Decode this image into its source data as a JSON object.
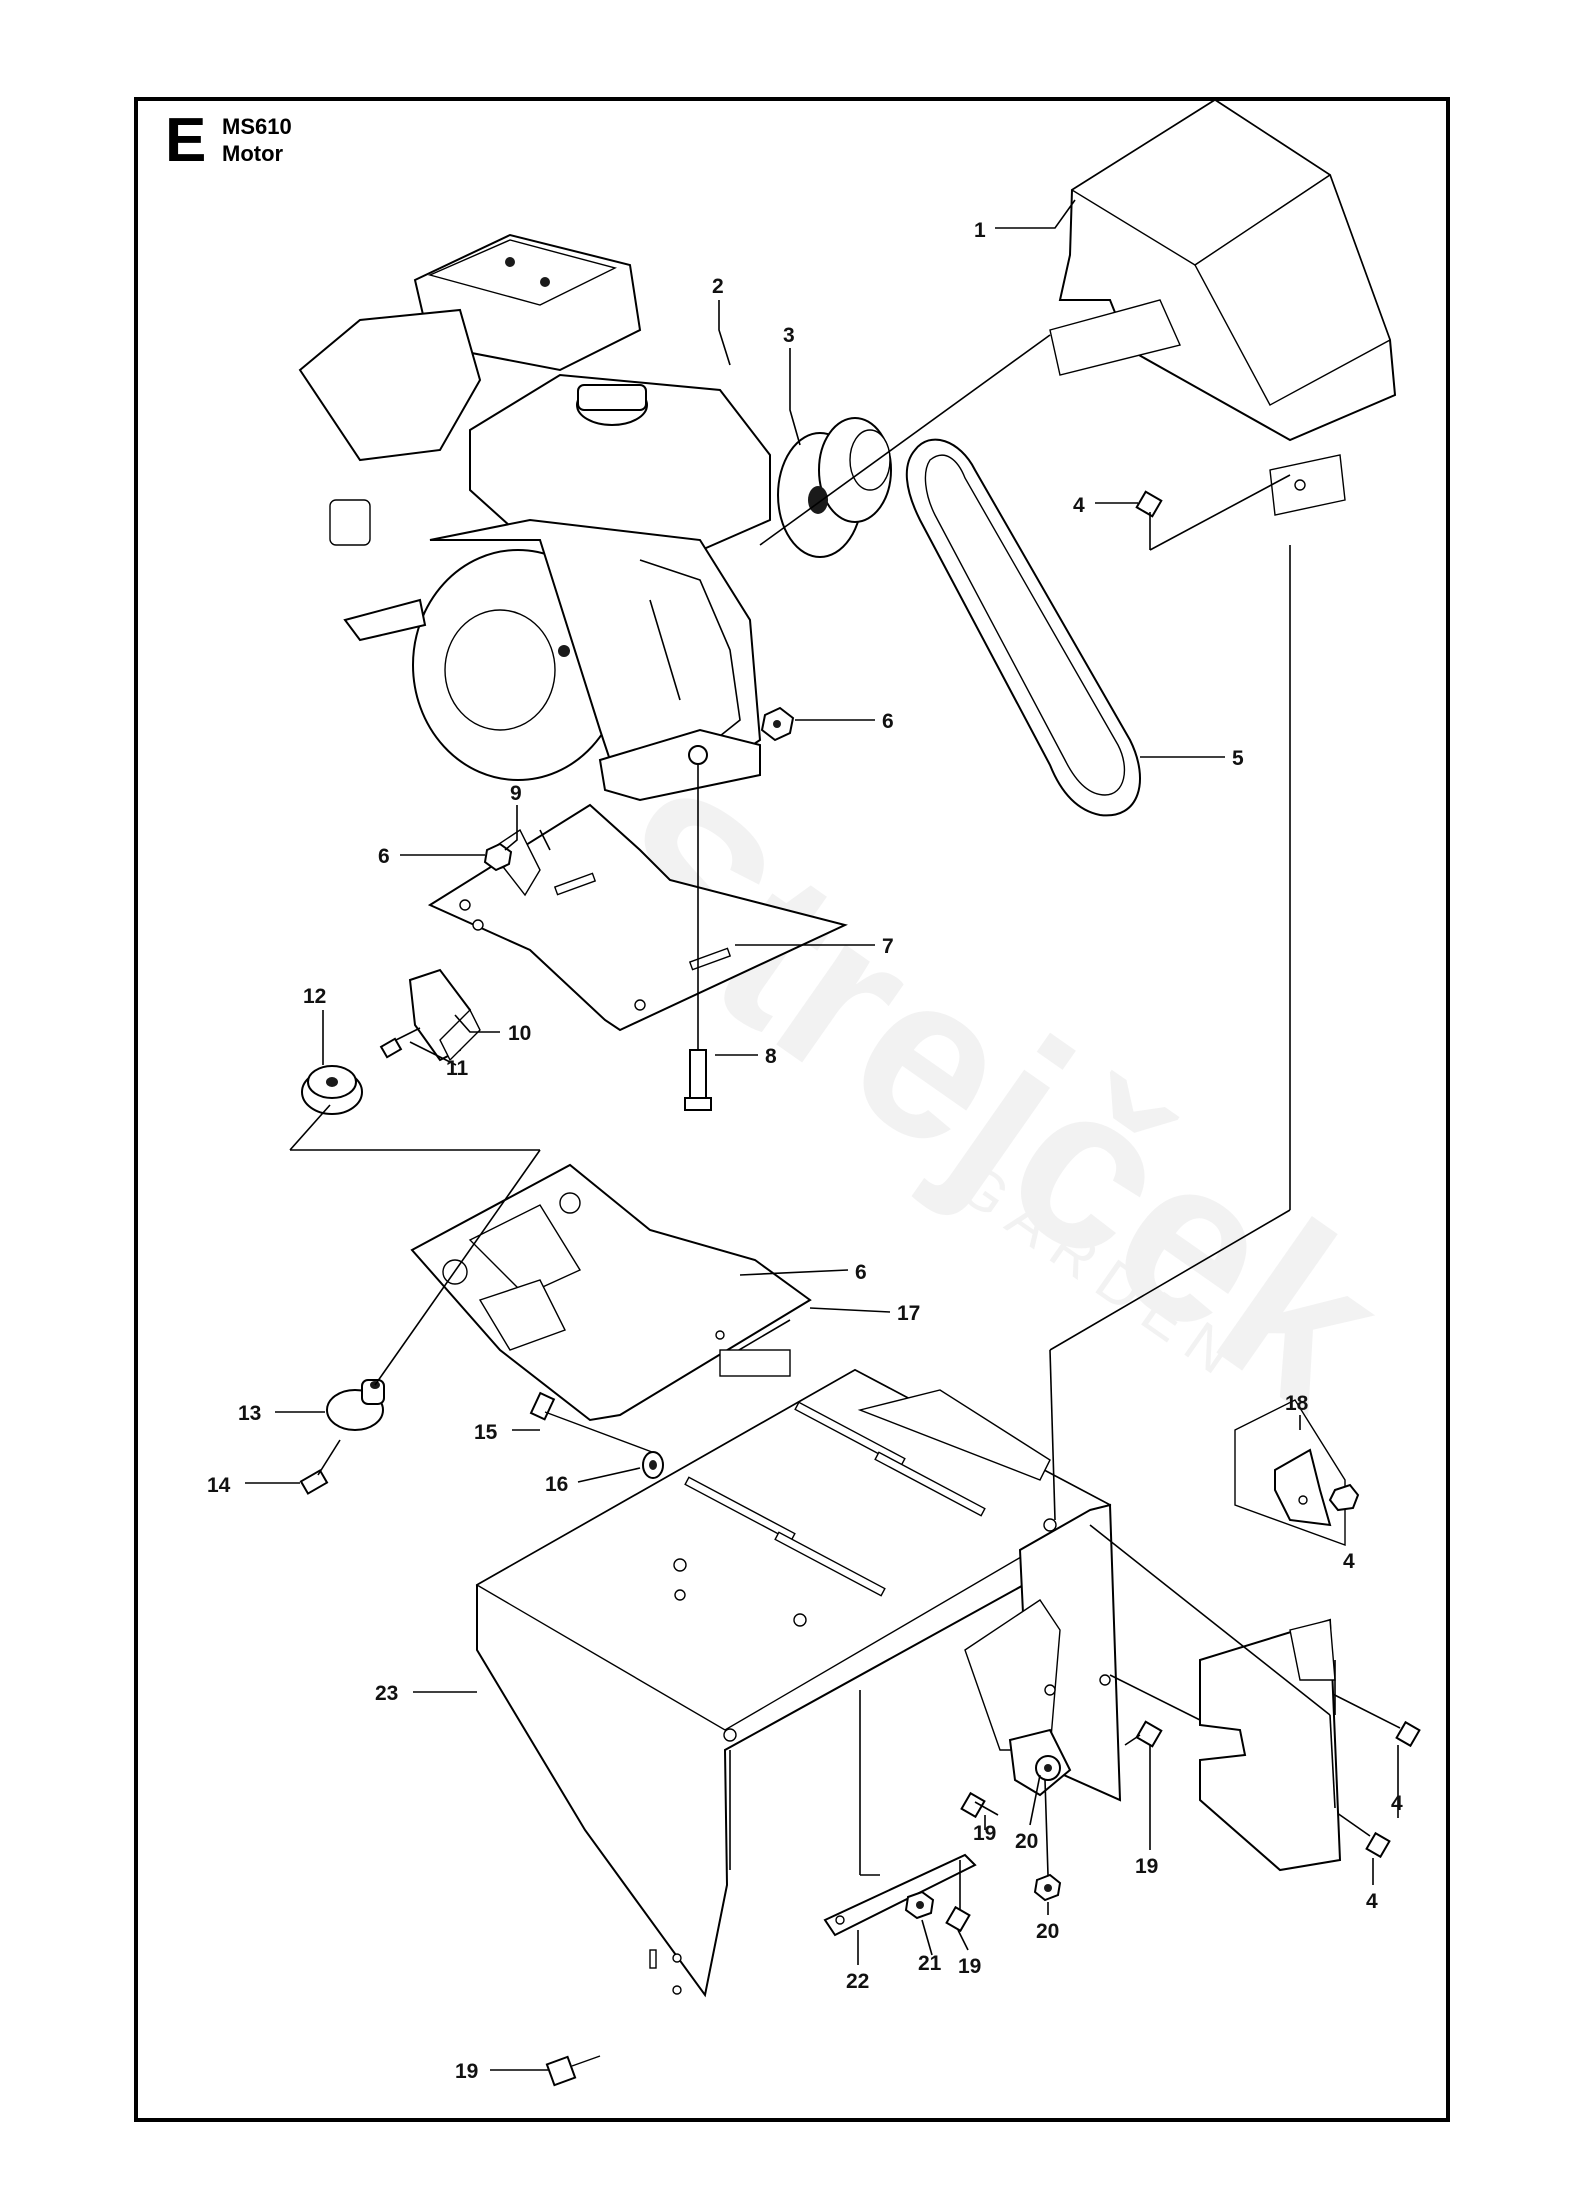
{
  "header": {
    "section_letter": "E",
    "model": "MS610",
    "title": "Motor"
  },
  "callouts": [
    {
      "id": "c1",
      "label": "1"
    },
    {
      "id": "c2",
      "label": "2"
    },
    {
      "id": "c3",
      "label": "3"
    },
    {
      "id": "c4a",
      "label": "4"
    },
    {
      "id": "c5",
      "label": "5"
    },
    {
      "id": "c6a",
      "label": "6"
    },
    {
      "id": "c9",
      "label": "9"
    },
    {
      "id": "c6b",
      "label": "6"
    },
    {
      "id": "c7",
      "label": "7"
    },
    {
      "id": "c12",
      "label": "12"
    },
    {
      "id": "c10",
      "label": "10"
    },
    {
      "id": "c11",
      "label": "11"
    },
    {
      "id": "c8",
      "label": "8"
    },
    {
      "id": "c6c",
      "label": "6"
    },
    {
      "id": "c17",
      "label": "17"
    },
    {
      "id": "c18",
      "label": "18"
    },
    {
      "id": "c13",
      "label": "13"
    },
    {
      "id": "c15",
      "label": "15"
    },
    {
      "id": "c4b",
      "label": "4"
    },
    {
      "id": "c14",
      "label": "14"
    },
    {
      "id": "c16",
      "label": "16"
    },
    {
      "id": "c23",
      "label": "23"
    },
    {
      "id": "c4c",
      "label": "4"
    },
    {
      "id": "c19a",
      "label": "19"
    },
    {
      "id": "c20a",
      "label": "20"
    },
    {
      "id": "c19b",
      "label": "19"
    },
    {
      "id": "c4d",
      "label": "4"
    },
    {
      "id": "c20b",
      "label": "20"
    },
    {
      "id": "c19c",
      "label": "19"
    },
    {
      "id": "c22",
      "label": "22"
    },
    {
      "id": "c21",
      "label": "21"
    },
    {
      "id": "c19d",
      "label": "19"
    }
  ],
  "watermark": {
    "brand": "Strejček",
    "sub": "GARDEN"
  }
}
